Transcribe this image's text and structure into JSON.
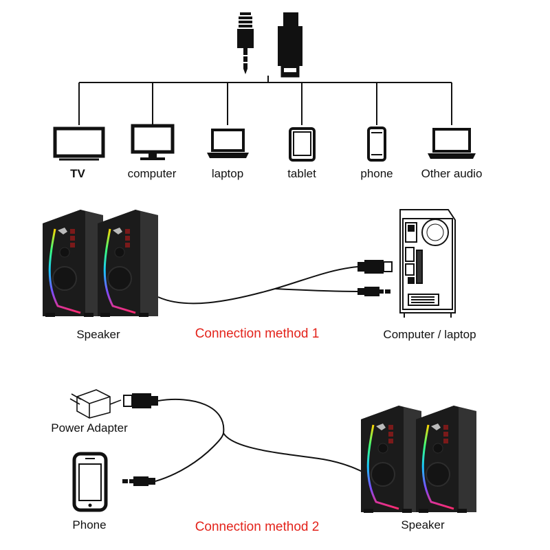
{
  "devices": {
    "tv": "TV",
    "computer": "computer",
    "laptop": "laptop",
    "tablet": "tablet",
    "phone": "phone",
    "other_audio": "Other audio"
  },
  "method1": {
    "speaker_label": "Speaker",
    "title": "Connection method 1",
    "target_label": "Computer / laptop"
  },
  "method2": {
    "power_label": "Power Adapter",
    "phone_label": "Phone",
    "title": "Connection method 2",
    "speaker_label": "Speaker"
  },
  "colors": {
    "accent_red": "#e3231b",
    "line": "#111111",
    "speaker_body": "#1f1f1f"
  },
  "icons": [
    "audio-jack-icon",
    "usb-plug-icon",
    "tv-icon",
    "computer-monitor-icon",
    "laptop-icon",
    "tablet-icon",
    "phone-icon",
    "other-audio-laptop-icon",
    "pc-tower-icon",
    "power-adapter-icon",
    "smartphone-icon",
    "speaker-pair"
  ]
}
